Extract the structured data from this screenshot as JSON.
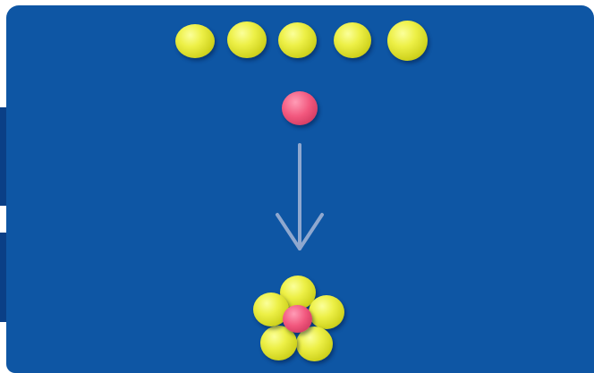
{
  "scene": {
    "background_color": "#0e56a4",
    "row_ball_color": "yellow",
    "single_ball_color": "pink",
    "row_ball_count": 5,
    "arrow_color": "#8fa8cf",
    "result": {
      "petal_count": 5,
      "petal_color": "yellow",
      "center_color": "pink"
    }
  }
}
